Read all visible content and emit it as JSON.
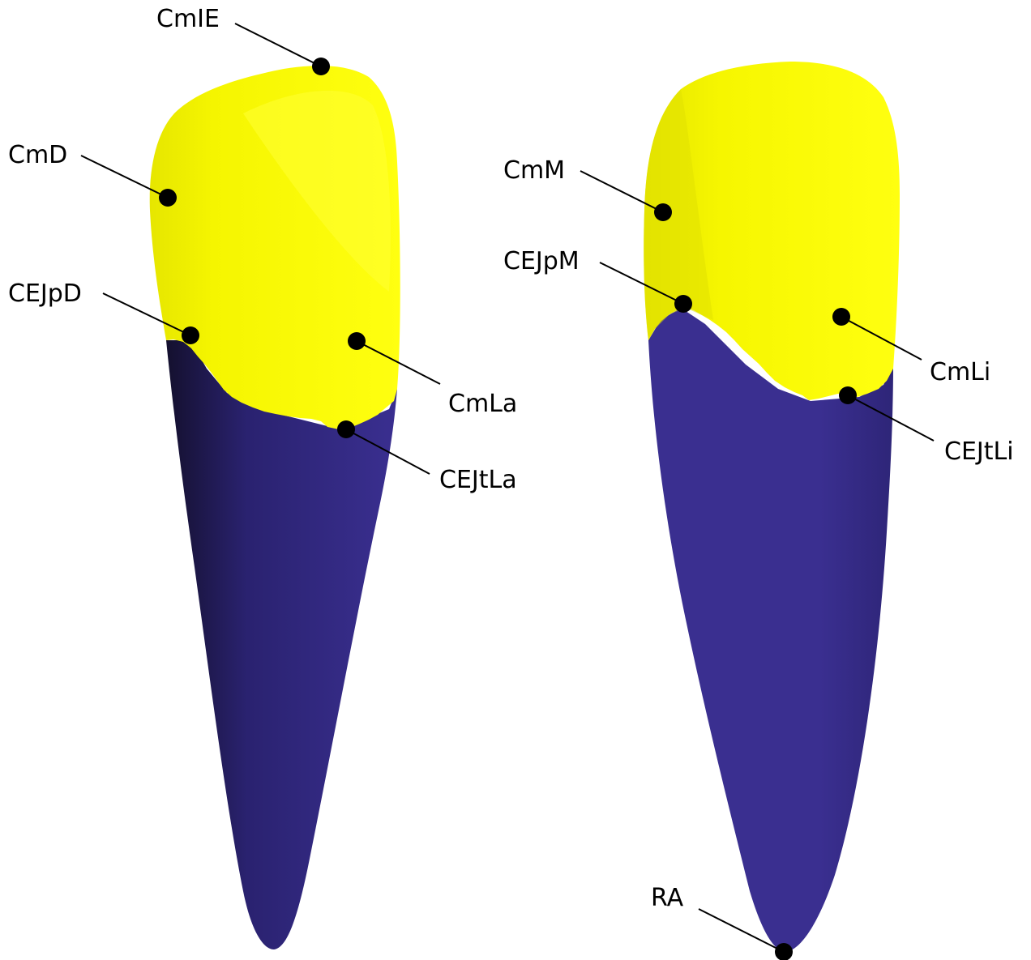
{
  "colors": {
    "crown": "#ffff14",
    "crown_shade": "#e8e800",
    "root": "#3a2f90",
    "root_shade": "#1a1440",
    "background": "#ffffff",
    "marker": "#000000"
  },
  "labels": {
    "cmie": "CmIE",
    "cmd": "CmD",
    "cejpd": "CEJpD",
    "cmla": "CmLa",
    "cejtla": "CEJtLa",
    "cmm": "CmM",
    "cejpm": "CEJpM",
    "cmli": "CmLi",
    "cejtli": "CEJtLi",
    "ra": "RA"
  }
}
